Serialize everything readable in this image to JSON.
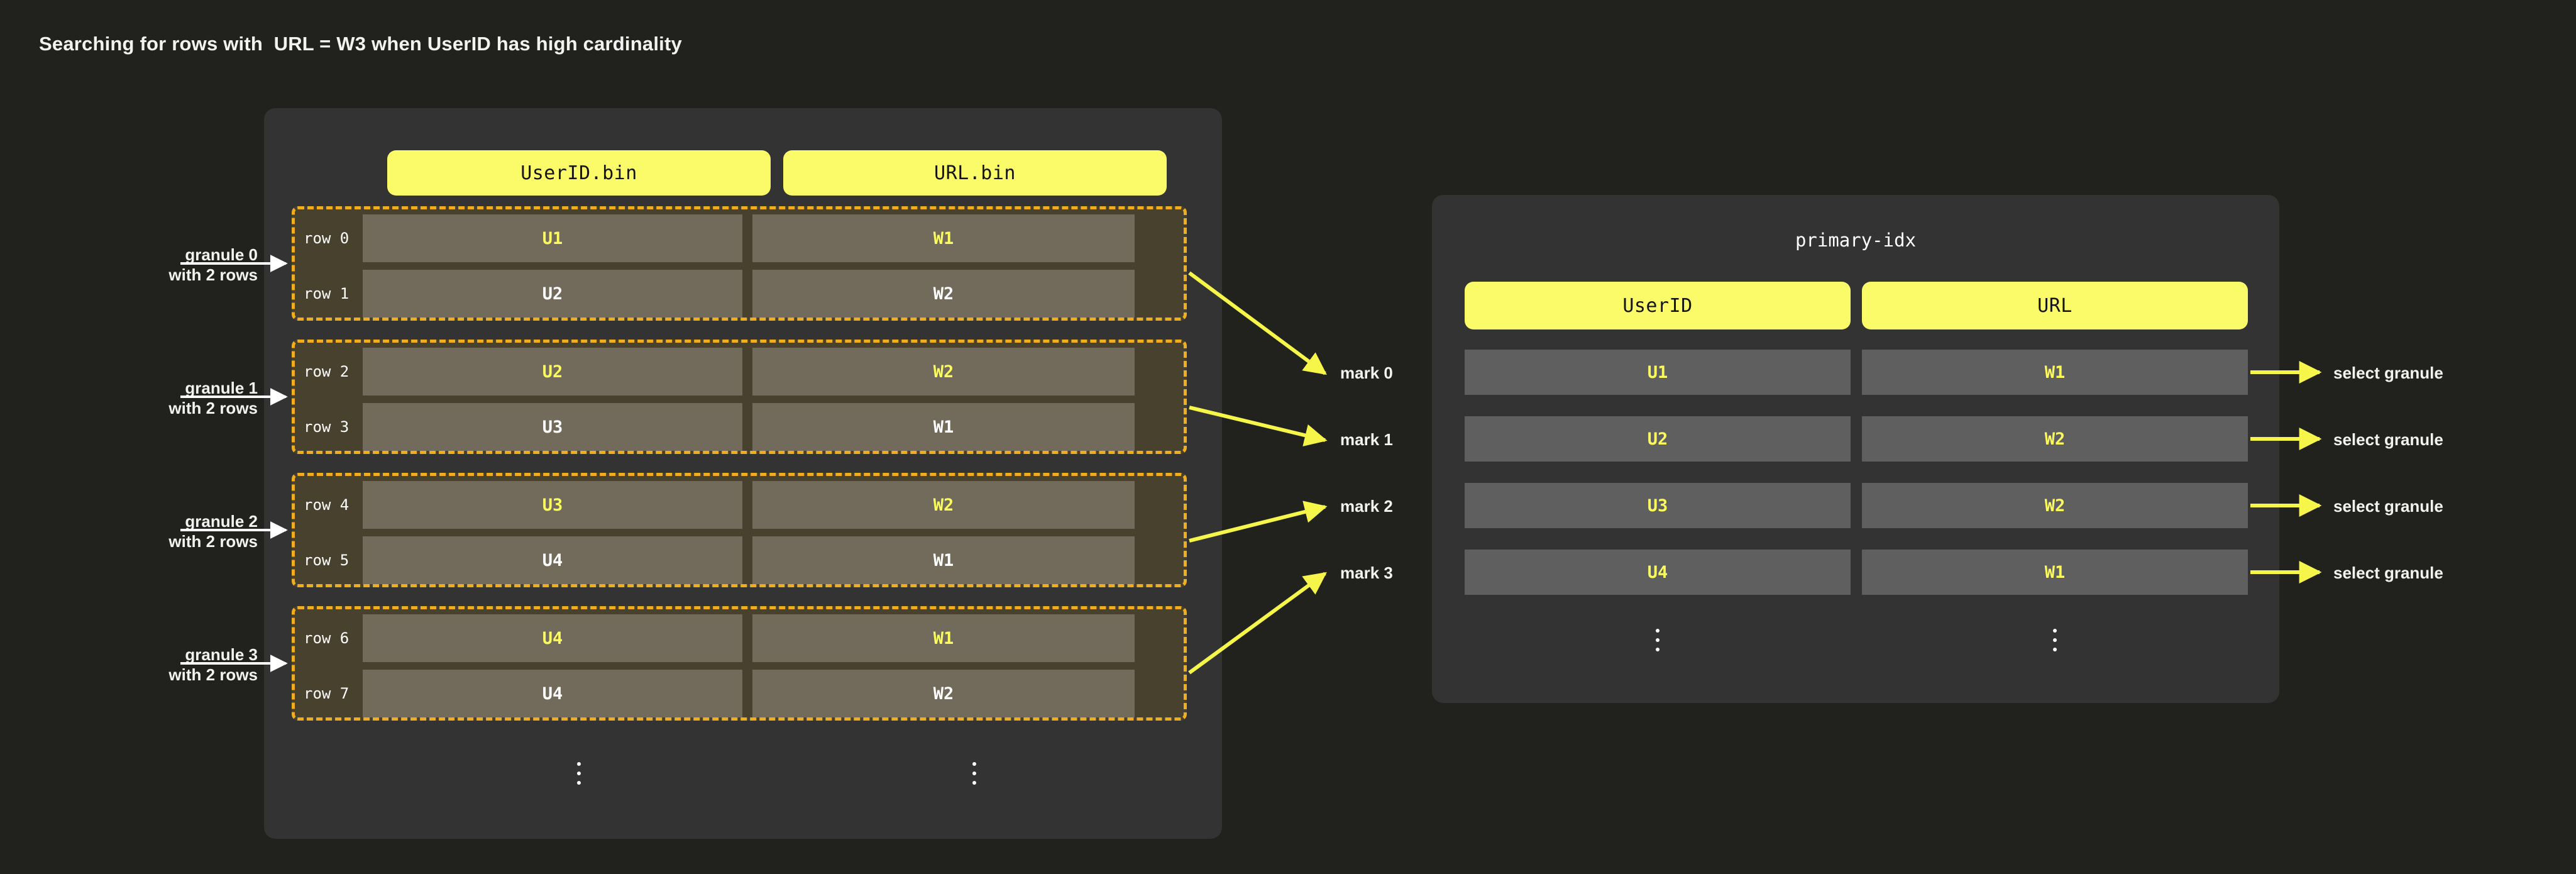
{
  "page": {
    "title": "Searching for rows with  URL = W3 when UserID has high cardinality",
    "background_color": "#21211e",
    "accent_color": "#fbfb6a",
    "granule_border_color": "#f0ad1e"
  },
  "data_panel": {
    "columns": [
      {
        "name": "userid-bin",
        "label": "UserID.bin"
      },
      {
        "name": "url-bin",
        "label": "URL.bin"
      }
    ],
    "ellipsis": "⋮",
    "granules": [
      {
        "id": "granule-0",
        "note_line1": "granule 0",
        "note_line2": "with 2 rows",
        "rows": [
          {
            "label": "row 0",
            "userid": "U1",
            "url": "W1",
            "highlighted": true
          },
          {
            "label": "row 1",
            "userid": "U2",
            "url": "W2",
            "highlighted": false
          }
        ]
      },
      {
        "id": "granule-1",
        "note_line1": "granule 1",
        "note_line2": "with 2 rows",
        "rows": [
          {
            "label": "row 2",
            "userid": "U2",
            "url": "W2",
            "highlighted": true
          },
          {
            "label": "row 3",
            "userid": "U3",
            "url": "W1",
            "highlighted": false
          }
        ]
      },
      {
        "id": "granule-2",
        "note_line1": "granule 2",
        "note_line2": "with 2 rows",
        "rows": [
          {
            "label": "row 4",
            "userid": "U3",
            "url": "W2",
            "highlighted": true
          },
          {
            "label": "row 5",
            "userid": "U4",
            "url": "W1",
            "highlighted": false
          }
        ]
      },
      {
        "id": "granule-3",
        "note_line1": "granule 3",
        "note_line2": "with 2 rows",
        "rows": [
          {
            "label": "row 6",
            "userid": "U4",
            "url": "W1",
            "highlighted": true
          },
          {
            "label": "row 7",
            "userid": "U4",
            "url": "W2",
            "highlighted": false
          }
        ]
      }
    ]
  },
  "marks": [
    {
      "label": "mark 0"
    },
    {
      "label": "mark 1"
    },
    {
      "label": "mark 2"
    },
    {
      "label": "mark 3"
    }
  ],
  "index_panel": {
    "caption": "primary-idx",
    "columns": [
      {
        "name": "userid",
        "label": "UserID"
      },
      {
        "name": "url",
        "label": "URL"
      }
    ],
    "ellipsis": "⋮",
    "rows": [
      {
        "userid": "U1",
        "url": "W1",
        "action": "select granule"
      },
      {
        "userid": "U2",
        "url": "W2",
        "action": "select granule"
      },
      {
        "userid": "U3",
        "url": "W2",
        "action": "select granule"
      },
      {
        "userid": "U4",
        "url": "W1",
        "action": "select granule"
      }
    ]
  }
}
